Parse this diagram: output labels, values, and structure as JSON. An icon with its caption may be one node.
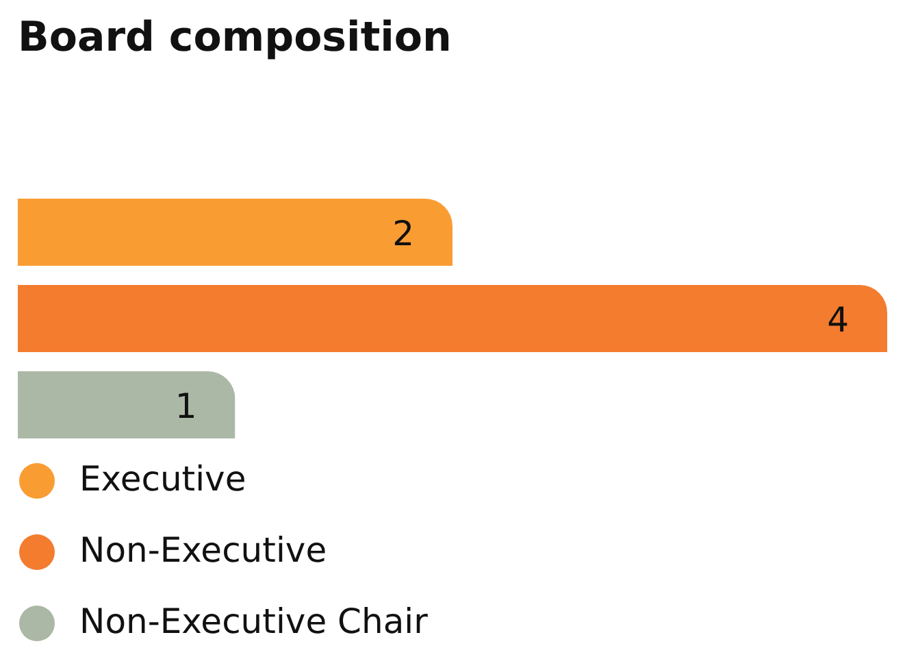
{
  "diagram": {
    "title": "Board composition",
    "legend": [
      {
        "text": "Executive",
        "color": "#f99d33"
      },
      {
        "text": "Non-Executive",
        "color": "#f47c2f"
      },
      {
        "text": "Non-Executive Chair",
        "color": "#abb8a6"
      }
    ],
    "chart_data": {
      "type": "bar",
      "orientation": "horizontal",
      "categories": [
        null
      ],
      "data_labels": true,
      "series": [
        {
          "color": "#f99d33",
          "values": [
            2
          ]
        },
        {
          "color": "#f47c2f",
          "values": [
            4
          ]
        },
        {
          "color": "#abb8a6",
          "values": [
            1
          ]
        }
      ]
    }
  }
}
